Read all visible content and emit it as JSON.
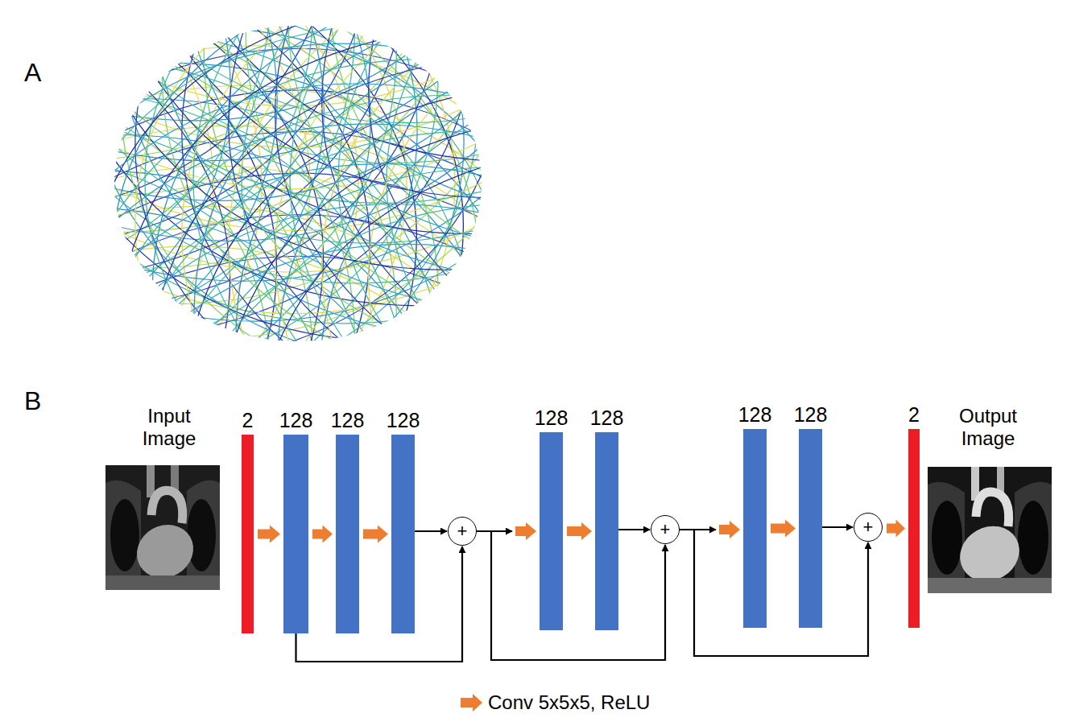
{
  "diagram": {
    "nodes": [
      {
        "text": [
          "2"
        ]
      },
      {
        "text": [
          "128"
        ]
      },
      {
        "text": [
          "128"
        ]
      },
      {
        "text": [
          "128"
        ]
      },
      {
        "text": [
          "+"
        ]
      },
      {
        "text": [
          "128"
        ]
      },
      {
        "text": [
          "128"
        ]
      },
      {
        "text": [
          "+"
        ]
      },
      {
        "text": [
          "128"
        ]
      },
      {
        "text": [
          "128"
        ]
      },
      {
        "text": [
          "+"
        ]
      },
      {
        "text": [
          "2"
        ]
      }
    ],
    "edges": [
      {
        "from": 0,
        "to": 1,
        "arrow": "to"
      },
      {
        "from": 1,
        "to": 2,
        "arrow": "to"
      },
      {
        "from": 2,
        "to": 3,
        "arrow": "to"
      },
      {
        "from": 3,
        "to": 4,
        "arrow": "to"
      },
      {
        "from": 1,
        "to": 4,
        "arrow": "to"
      },
      {
        "from": 4,
        "to": 5,
        "arrow": "to"
      },
      {
        "from": 5,
        "to": 6,
        "arrow": "to"
      },
      {
        "from": 6,
        "to": 7,
        "arrow": "to"
      },
      {
        "from": 4,
        "to": 7,
        "arrow": "to"
      },
      {
        "from": 7,
        "to": 8,
        "arrow": "to"
      },
      {
        "from": 8,
        "to": 9,
        "arrow": "to"
      },
      {
        "from": 9,
        "to": 10,
        "arrow": "to"
      },
      {
        "from": 7,
        "to": 10,
        "arrow": "to"
      },
      {
        "from": 10,
        "to": 11,
        "arrow": "to"
      }
    ],
    "labels": [
      "A",
      "B",
      "Input Image",
      "Output Image"
    ],
    "legend": [
      {
        "text": "Conv 5x5x5, ReLU"
      }
    ]
  }
}
